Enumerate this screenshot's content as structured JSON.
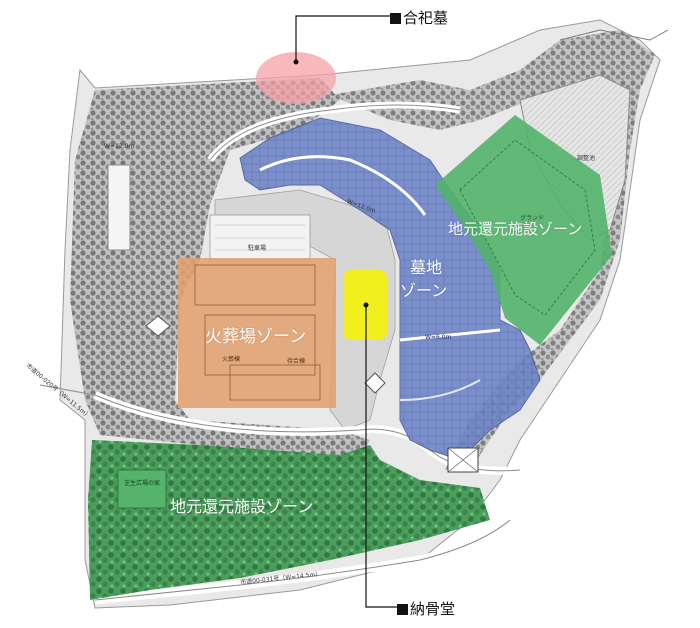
{
  "map": {
    "callouts": {
      "goushi": "合祀墓",
      "noukotsu": "納骨堂"
    },
    "zones": {
      "kasou": "火葬場ゾーン",
      "bochi_line1": "墓地",
      "bochi_line2": "ゾーン",
      "jimoto_north": "地元還元施設ゾーン",
      "jimoto_south": "地元還元施設ゾーン"
    },
    "small_labels": {
      "pond": "調整池",
      "ground": "グランド",
      "parking": "駐車場",
      "crematorium": "火葬棟",
      "waiting": "待合棟",
      "road_bottom": "市道00-031号（W=14.5m）",
      "road_left": "市道00-020号（W=11.5m）",
      "square": "芝生広場の家",
      "w12_a": "W=12.0m",
      "w12_b": "W=12.0m",
      "w6": "W=6.0m"
    },
    "colors": {
      "background": "#ffffff",
      "terrain_gray": "#cfcfcf",
      "tree_dark": "#5a5a5a",
      "cemetery_blue": "#6e86c8",
      "crematorium_orange": "#e0a070",
      "local_green": "#52b36a",
      "ossuary_yellow": "#f2ef1e",
      "memorial_pink": "#f4a0a8"
    }
  }
}
